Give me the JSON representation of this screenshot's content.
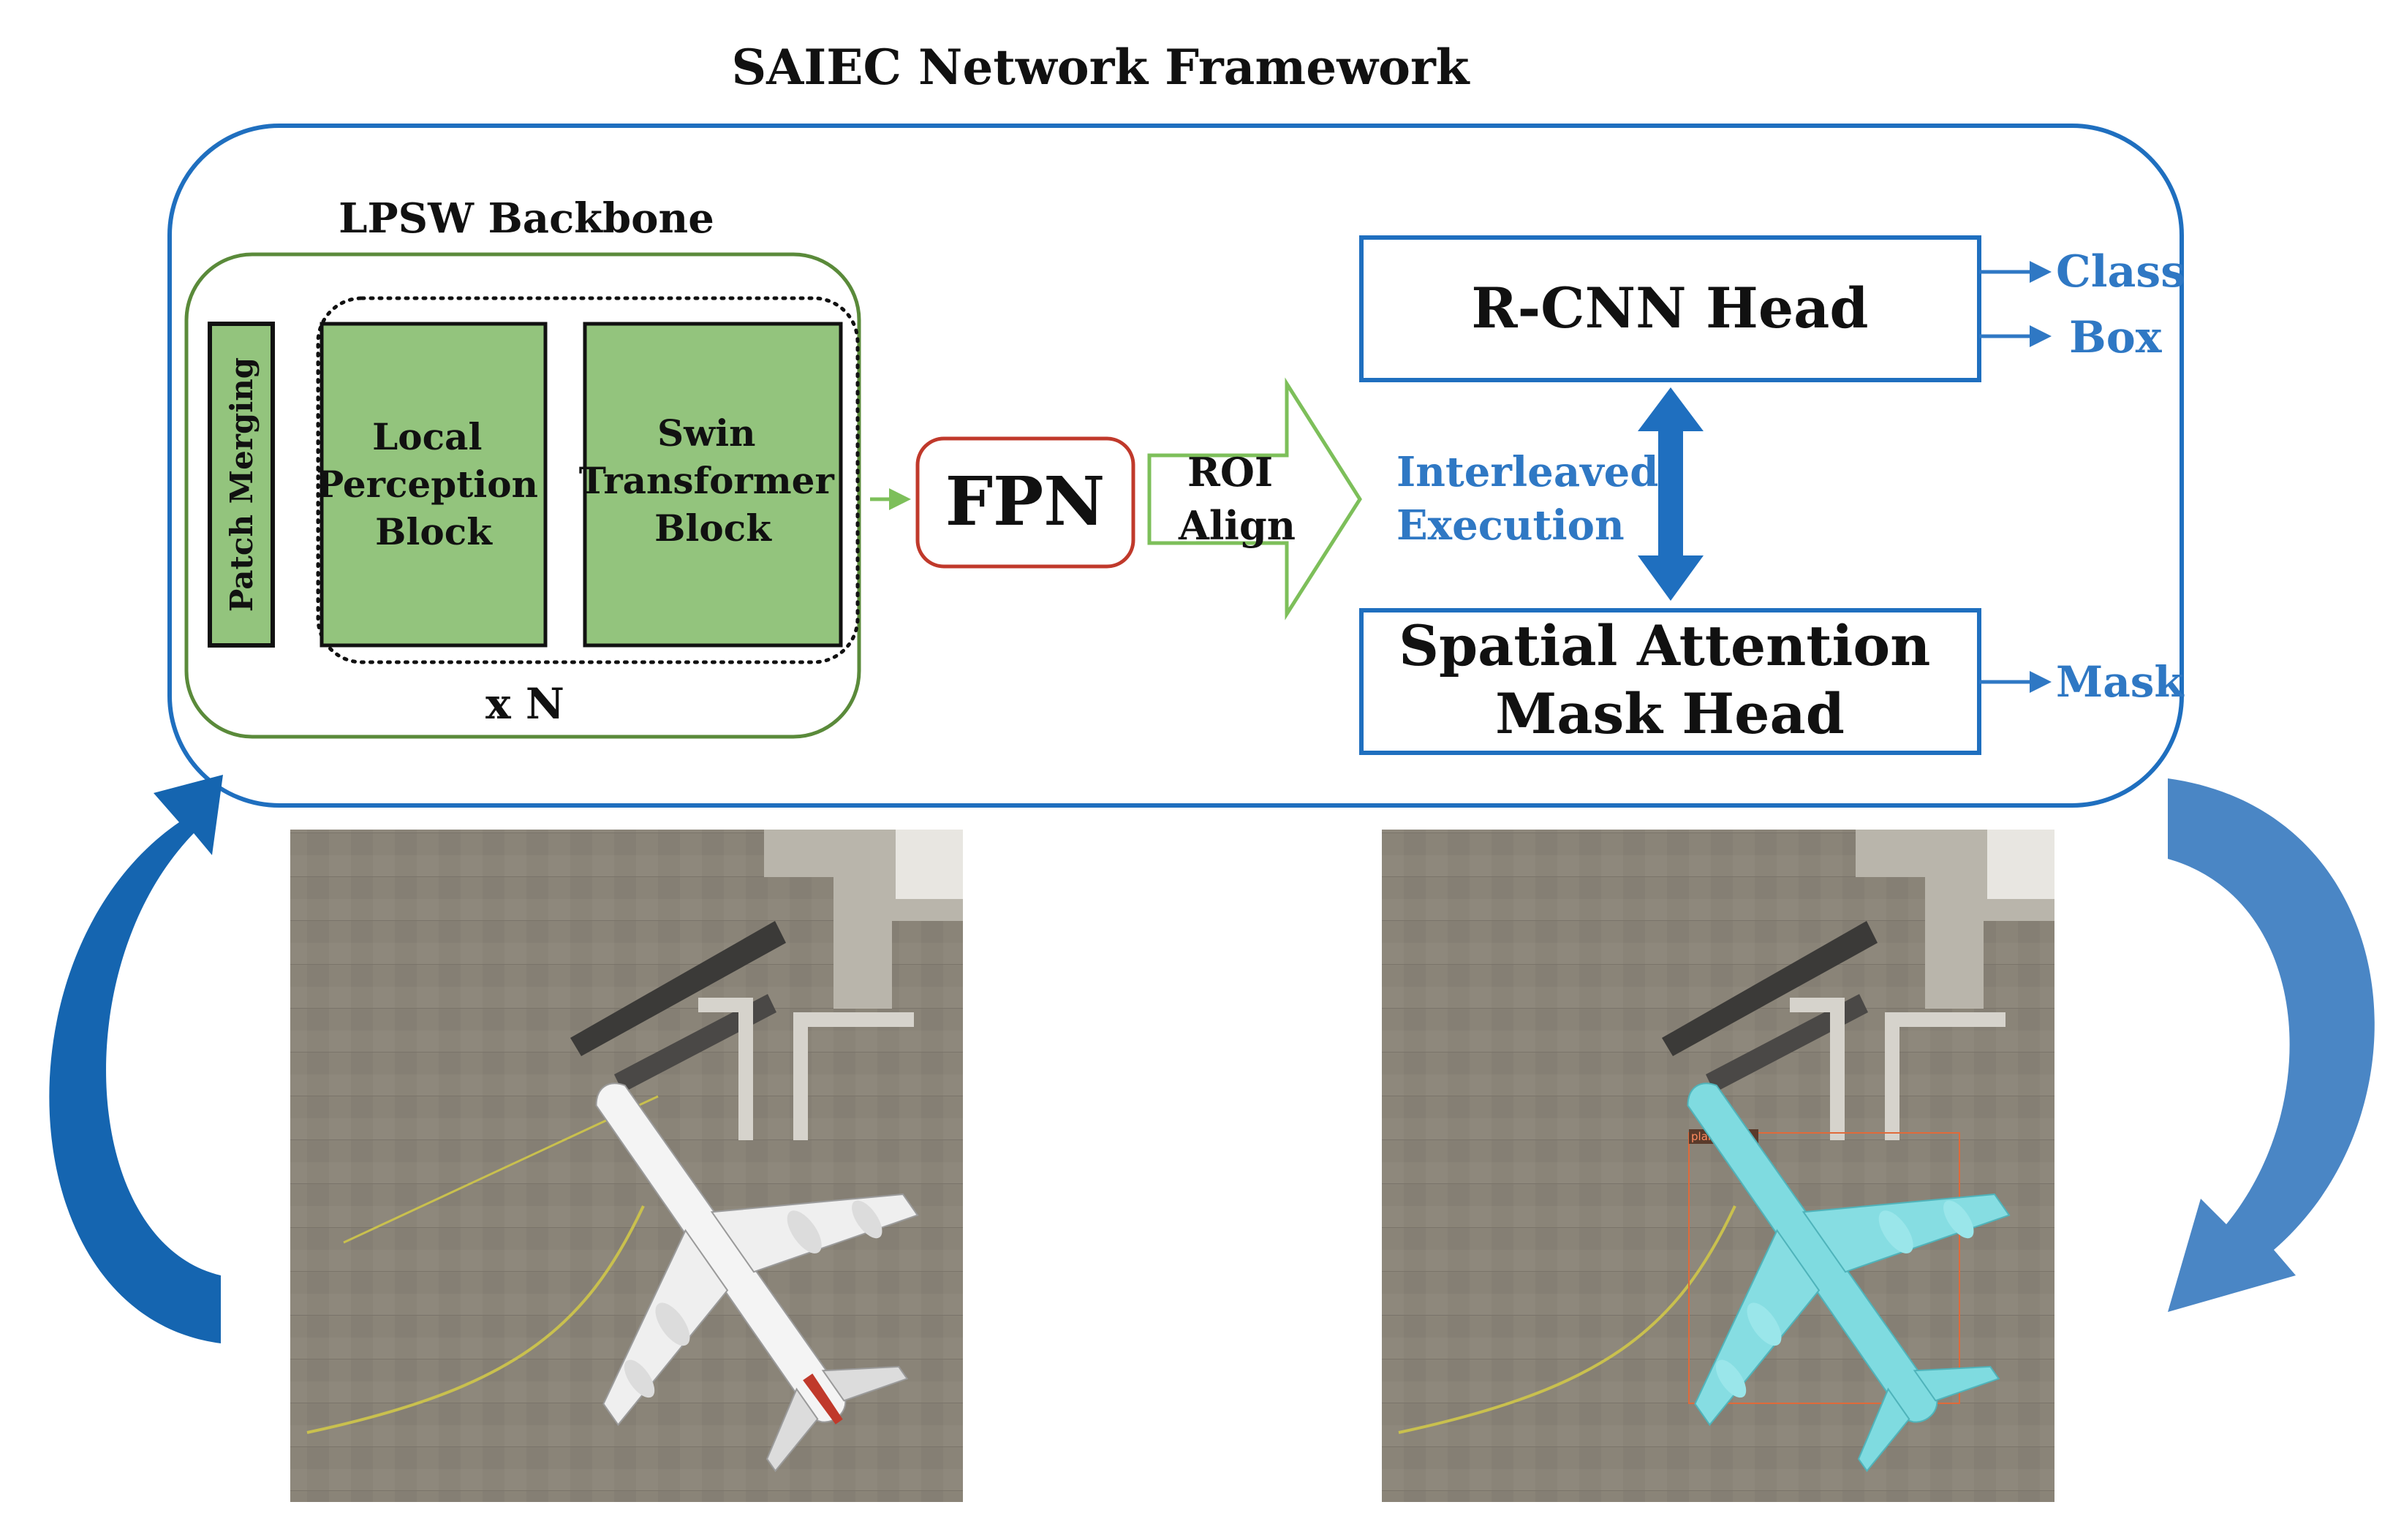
{
  "title": "SAIEC Network Framework",
  "backbone": {
    "label": "LPSW Backbone",
    "patch_merging": "Patch Merging",
    "local_perception": [
      "Local",
      "Perception",
      "Block"
    ],
    "swin_transformer": [
      "Swin",
      "Transformer",
      "Block"
    ],
    "repeat": "x N"
  },
  "fpn": {
    "label": "FPN"
  },
  "roi_align": {
    "lines": [
      "ROI",
      "Align"
    ]
  },
  "interleaved": {
    "lines": [
      "Interleaved",
      "Execution"
    ]
  },
  "rcnn_head": {
    "label": "R-CNN Head",
    "outputs": [
      "Class",
      "Box"
    ]
  },
  "mask_head": {
    "lines": [
      "Spatial Attention",
      "Mask Head"
    ],
    "output": "Mask"
  },
  "detection_label": "plane|1.00",
  "colors": {
    "frame_blue": "#1f6fbf",
    "text_blue": "#2f78c4",
    "backbone_green": "#5a8a3a",
    "block_fill": "#93c47d",
    "fpn_red": "#c0392b",
    "roi_green": "#7dbf5a",
    "arrow_left": "#1565b0",
    "arrow_right": "#4a86c5",
    "mask_cyan": "#7fdbe0"
  }
}
